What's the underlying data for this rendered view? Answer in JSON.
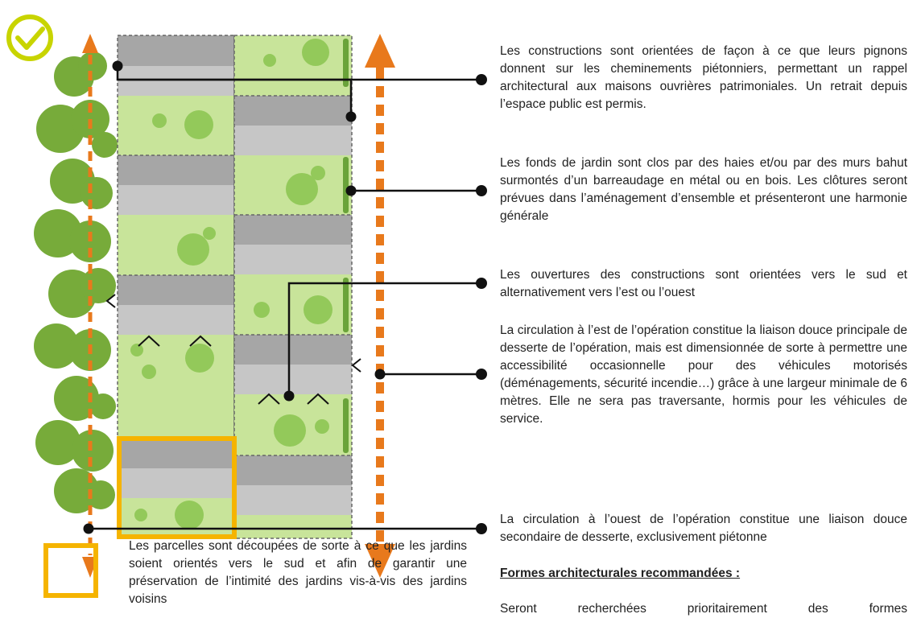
{
  "colors": {
    "check": "#c8d400",
    "orange": "#e8791c",
    "grass": "#c8e49a",
    "dark_band": "#a6a6a6",
    "light_band": "#c6c6c6",
    "tree": "#77ab3a",
    "highlight": "#f5b400",
    "line": "#111111"
  },
  "icons": {
    "check": "check-circle-icon",
    "arrow": "double-headed-dashed-arrow"
  },
  "annotations": [
    {
      "text": "Les constructions sont orientées de façon à ce que leurs pignons donnent sur les cheminements piétonniers, permettant un rappel architectural aux maisons ouvrières patrimoniales. Un retrait depuis l’espace public est permis."
    },
    {
      "text": "Les fonds de jardin sont clos par des haies et/ou par des murs bahut surmontés d’un barreaudage en métal ou en bois. Les clôtures seront prévues dans l’aménagement d’ensemble et présenteront une harmonie générale"
    },
    {
      "text": "Les ouvertures des constructions sont orientées vers le sud et alternativement vers l’est ou l’ouest"
    },
    {
      "text": "La circulation à l’est de l’opération constitue la liaison douce principale de desserte de l’opération, mais est dimensionnée de sorte à permettre une accessibilité occasionnelle pour des véhicules motorisés (déménagements, sécurité incendie…) grâce à une largeur minimale de 6 mètres. Elle ne sera pas traversante, hormis pour les véhicules de service."
    },
    {
      "text": "La circulation à l’ouest de l’opération constitue une liaison douce secondaire de desserte, exclusivement piétonne"
    }
  ],
  "legend": {
    "text": "Les parcelles sont découpées de sorte à ce que les jardins soient orientés vers le sud et afin de garantir une préservation de l’intimité des jardins vis-à-vis des jardins voisins"
  },
  "section": {
    "heading": "Formes architecturales recommandées :",
    "body": "Seront recherchées prioritairement des formes"
  }
}
